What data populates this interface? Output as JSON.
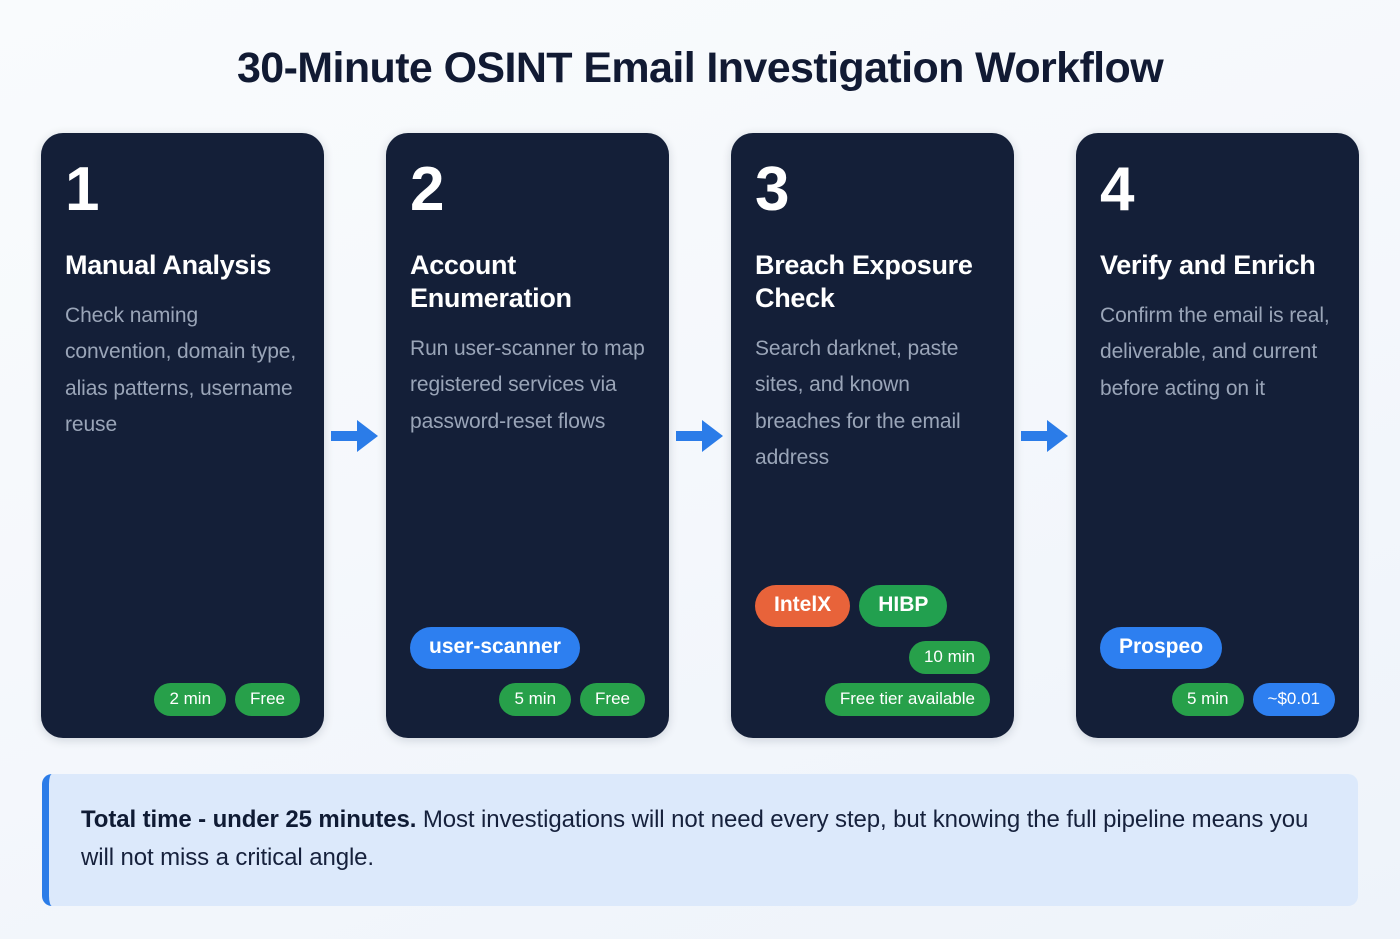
{
  "page": {
    "title": "30-Minute OSINT Email Investigation Workflow",
    "background_color": "#f7f9fc",
    "card_background_color": "#141f38",
    "arrow_color": "#2b7ce8"
  },
  "steps": [
    {
      "number": "1",
      "title": "Manual Analysis",
      "description": "Check naming convention, domain type, alias patterns, username reuse",
      "tools": [],
      "meta": [
        {
          "label": "2 min",
          "color": "#27a04a"
        },
        {
          "label": "Free",
          "color": "#27a04a"
        }
      ]
    },
    {
      "number": "2",
      "title": "Account Enumeration",
      "description": "Run user-scanner to map registered services via password-reset flows",
      "tools": [
        {
          "label": "user-scanner",
          "color": "#2d7ff0"
        }
      ],
      "meta": [
        {
          "label": "5 min",
          "color": "#27a04a"
        },
        {
          "label": "Free",
          "color": "#27a04a"
        }
      ]
    },
    {
      "number": "3",
      "title": "Breach Exposure Check",
      "description": "Search darknet, paste sites, and known breaches for the email address",
      "tools": [
        {
          "label": "IntelX",
          "color": "#e8633a"
        },
        {
          "label": "HIBP",
          "color": "#22a04f"
        }
      ],
      "meta": [
        {
          "label": "10 min",
          "color": "#27a04a"
        },
        {
          "label": "Free tier available",
          "color": "#27a04a"
        }
      ]
    },
    {
      "number": "4",
      "title": "Verify and Enrich",
      "description": "Confirm the email is real, deliverable, and current before acting on it",
      "tools": [
        {
          "label": "Prospeo",
          "color": "#2d7ff0"
        }
      ],
      "meta": [
        {
          "label": "5 min",
          "color": "#27a04a"
        },
        {
          "label": "~$0.01",
          "color": "#2d7ff0"
        }
      ]
    }
  ],
  "arrows": [
    {
      "name": "arrow-step-1-to-2"
    },
    {
      "name": "arrow-step-2-to-3"
    },
    {
      "name": "arrow-step-3-to-4"
    }
  ],
  "footer": {
    "bold_text": "Total time - under 25 minutes.",
    "rest_text": " Most investigations will not need every step, but knowing the full pipeline means you will not miss a critical angle.",
    "accent_color": "#2b7ce8",
    "background_color": "#dce9fb"
  }
}
